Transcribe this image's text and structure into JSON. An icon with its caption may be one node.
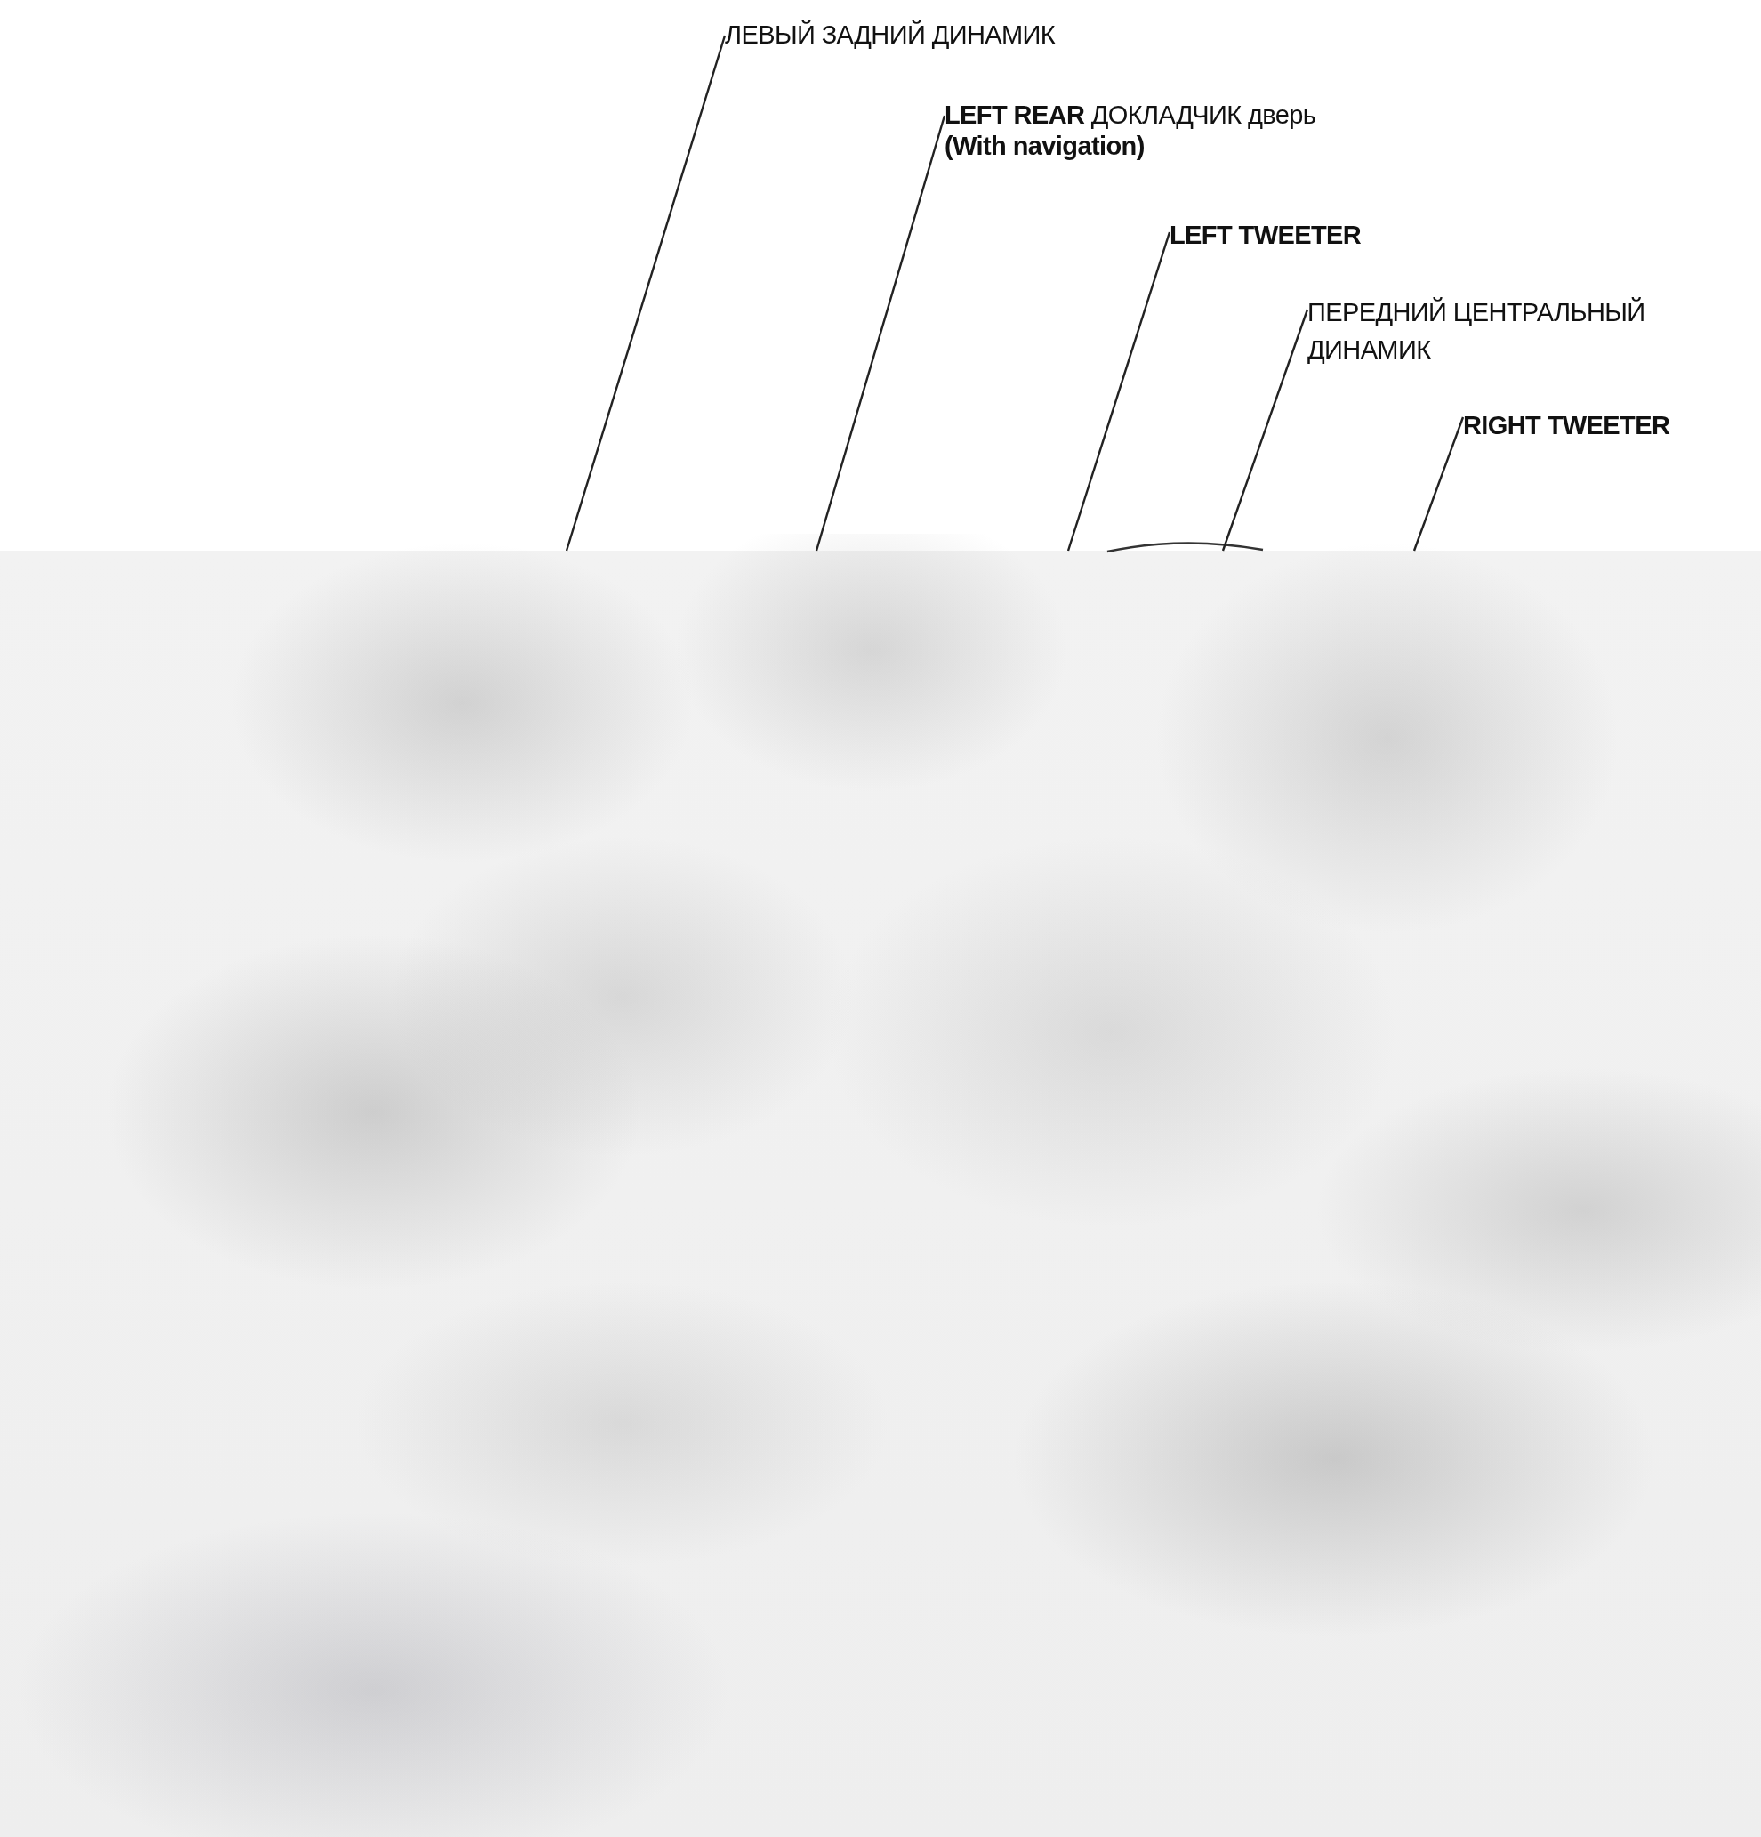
{
  "diagram": {
    "nodes": [
      {
        "text": [
          "ЛЕВЫЙ ЗАДНИЙ ДИНАМИК"
        ]
      },
      {
        "text": [
          "**LEFT REAR** ДОКЛАДЧИК дверь **(With navigation)**"
        ]
      },
      {
        "text": [
          "LEFT TWEETER"
        ]
      },
      {
        "text": [
          "ПЕРЕДНИЙ ЦЕНТРАЛЬНЫЙ ДИНАМИК"
        ]
      },
      {
        "text": [
          "RIGHT TWEETER"
        ]
      }
    ],
    "edges": [
      {
        "from": 0,
        "to": null,
        "arrow": "none"
      },
      {
        "from": 1,
        "to": null,
        "arrow": "none"
      },
      {
        "from": 2,
        "to": null,
        "arrow": "none"
      },
      {
        "from": 3,
        "to": null,
        "arrow": "none"
      },
      {
        "from": 4,
        "to": null,
        "arrow": "none"
      }
    ]
  }
}
